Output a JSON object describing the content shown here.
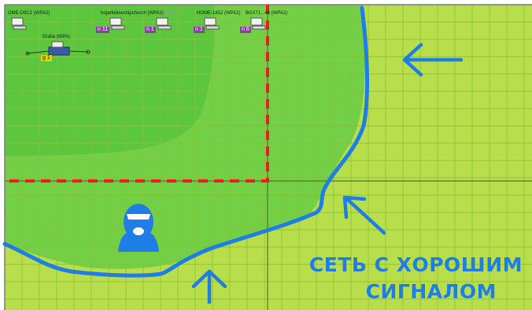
{
  "access_points": [
    {
      "ssid": "OME-D9C2 (WPA2)",
      "tag": ""
    },
    {
      "ssid": "hopefellowshipchurch (WPA2)",
      "tag": "n 11"
    },
    {
      "ssid": "",
      "tag": "n 1"
    },
    {
      "ssid": "HOME-1852 (WPA2)",
      "tag": "n 1"
    },
    {
      "ssid": "BGX71...46 (WPA2)",
      "tag": "n 6"
    }
  ],
  "router": {
    "ssid": "Gralia (WPA)",
    "tag": "g 1"
  },
  "overlay": {
    "caption_line1": "СЕТЬ С ХОРОШИМ",
    "caption_line2": "СИГНАЛОМ"
  },
  "colors": {
    "map_background": "#b8de4c",
    "grid_line": "#8fbf30",
    "coverage_zone": "#6fcf46",
    "strong_zone": "#5cc63f",
    "annotation_blue": "#1e7ee6",
    "restricted_red": "#ee1c24"
  },
  "icons": [
    "access-point-icon",
    "router-icon",
    "masked-person-icon",
    "arrow-icon"
  ]
}
